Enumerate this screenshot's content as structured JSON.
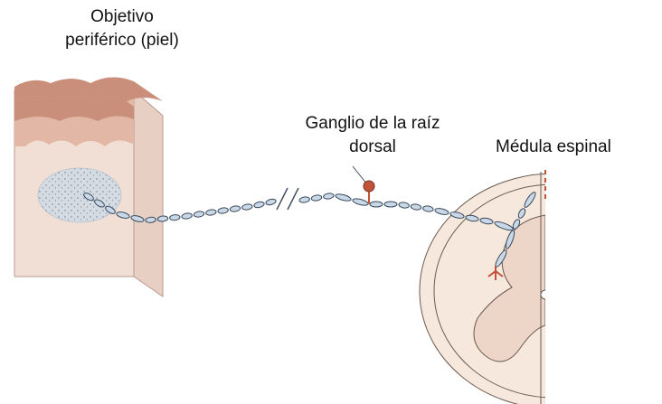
{
  "labels": {
    "target_line1": "Objetivo",
    "target_line2": "periférico (piel)",
    "ganglion_line1": "Ganglio de la raíz",
    "ganglion_line2": "dorsal",
    "spinal_cord": "Médula espinal"
  },
  "colors": {
    "skin_block": "#f1dfd6",
    "skin_side": "#e8cfc3",
    "epidermis": "#c98f7a",
    "dermis_band": "#e3b7a5",
    "receptive_field": "#d5dbe3",
    "axon_segment": "#c8d8e6",
    "axon_outline": "#3b4a5c",
    "neuron_soma": "#c0533a",
    "cord_outer": "#f6e8dc",
    "cord_gray": "#edd6c8",
    "cord_outline": "#6b5a50"
  }
}
